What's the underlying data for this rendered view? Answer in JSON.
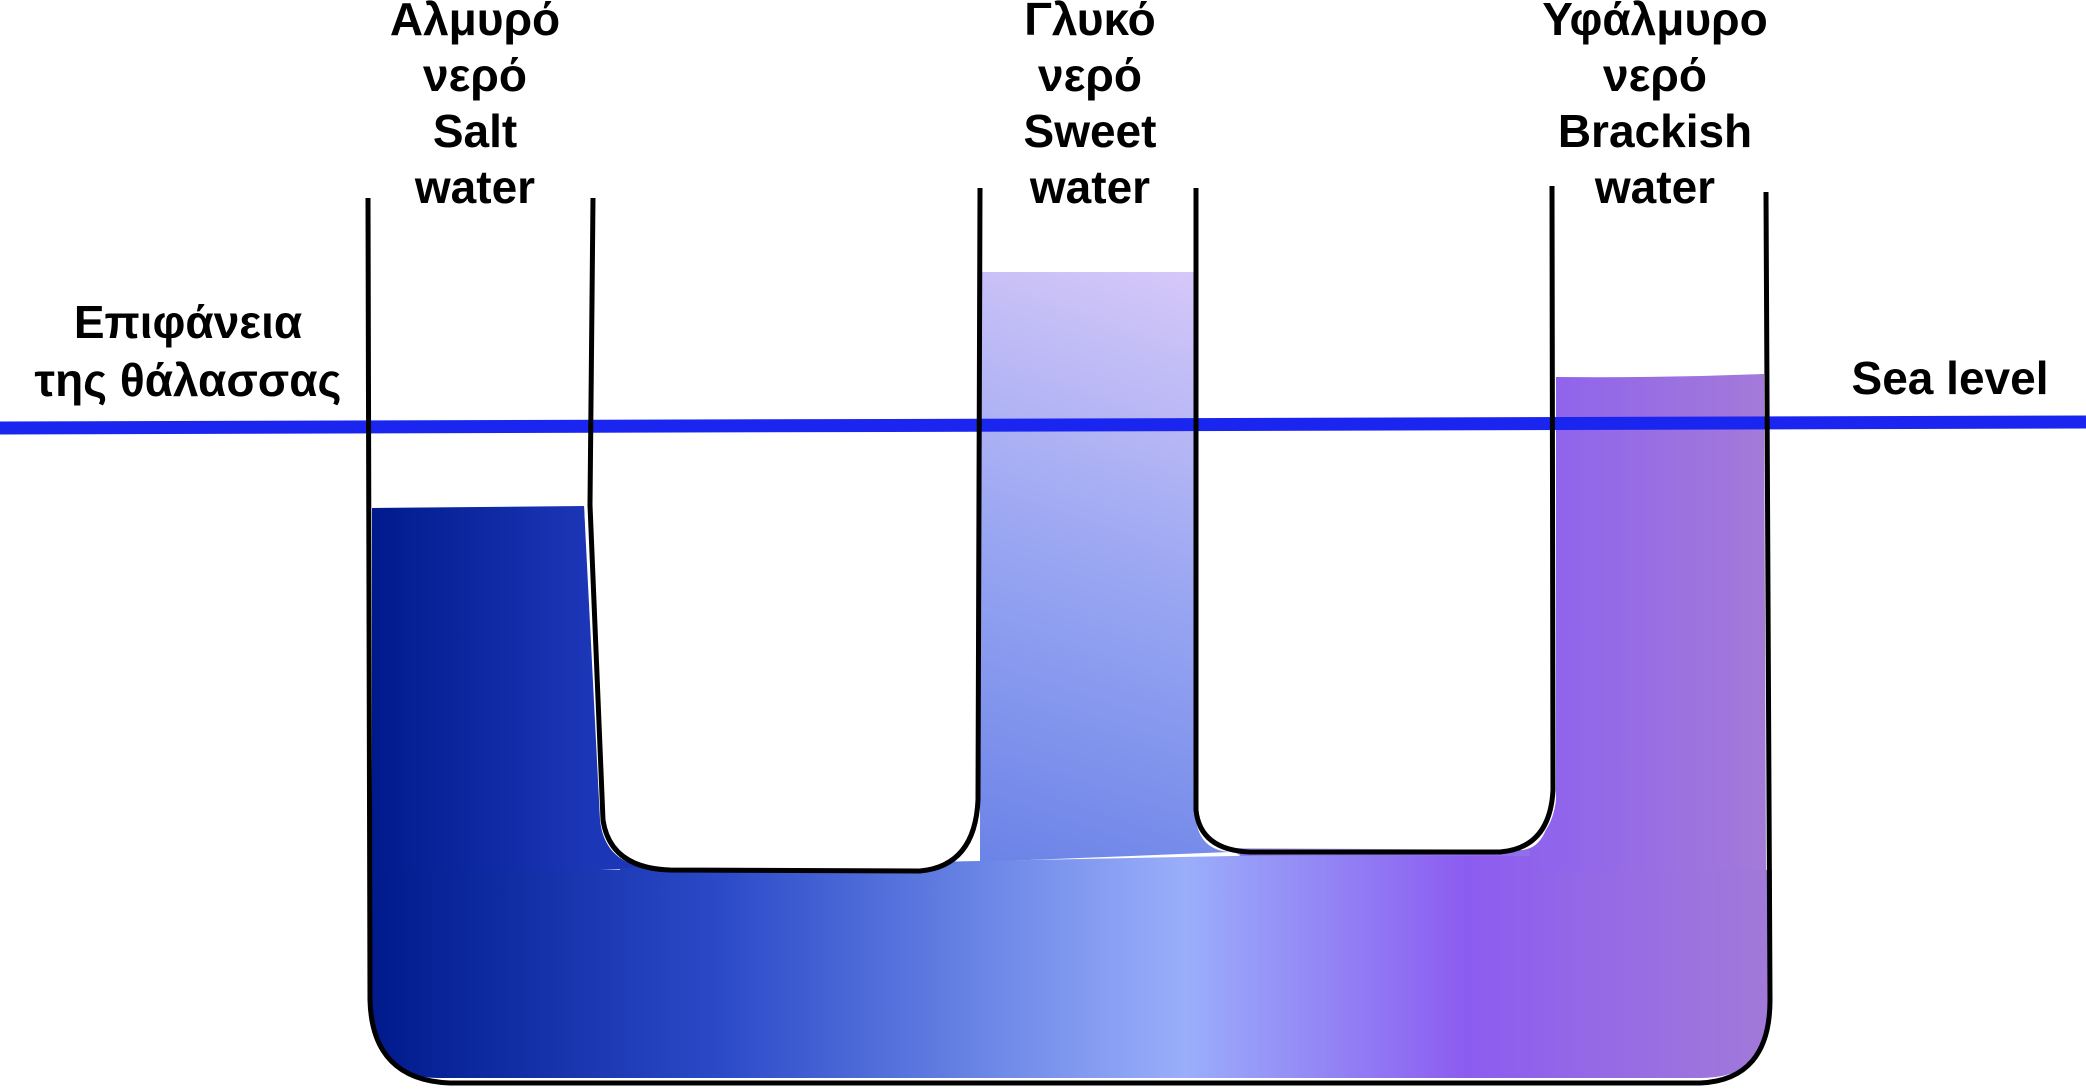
{
  "labels": {
    "salt": {
      "line1": "Αλμυρό",
      "line2": "νερό",
      "line3": "Salt",
      "line4": "water"
    },
    "sweet": {
      "line1": "Γλυκό",
      "line2": "νερό",
      "line3": "Sweet",
      "line4": "water"
    },
    "brackish": {
      "line1": "Υφάλμυρο",
      "line2": "νερό",
      "line3": "Brackish",
      "line4": "water"
    },
    "sea_level_greek": {
      "line1": "Επιφάνεια",
      "line2": "της θάλασσας"
    },
    "sea_level_english": "Sea level"
  },
  "colors": {
    "salt_water": "#001a8c",
    "sweet_water": "#9aaefa",
    "sweet_water_top": "#d4c8f8",
    "brackish_water": "#8c5cf0",
    "brackish_water_edge": "#a27ad8",
    "sea_level_line": "#1a26f0",
    "outline": "#000000"
  },
  "levels": {
    "note": "",
    "salt": "below sea level",
    "sweet": "above sea level",
    "brackish": "slightly above sea level"
  }
}
